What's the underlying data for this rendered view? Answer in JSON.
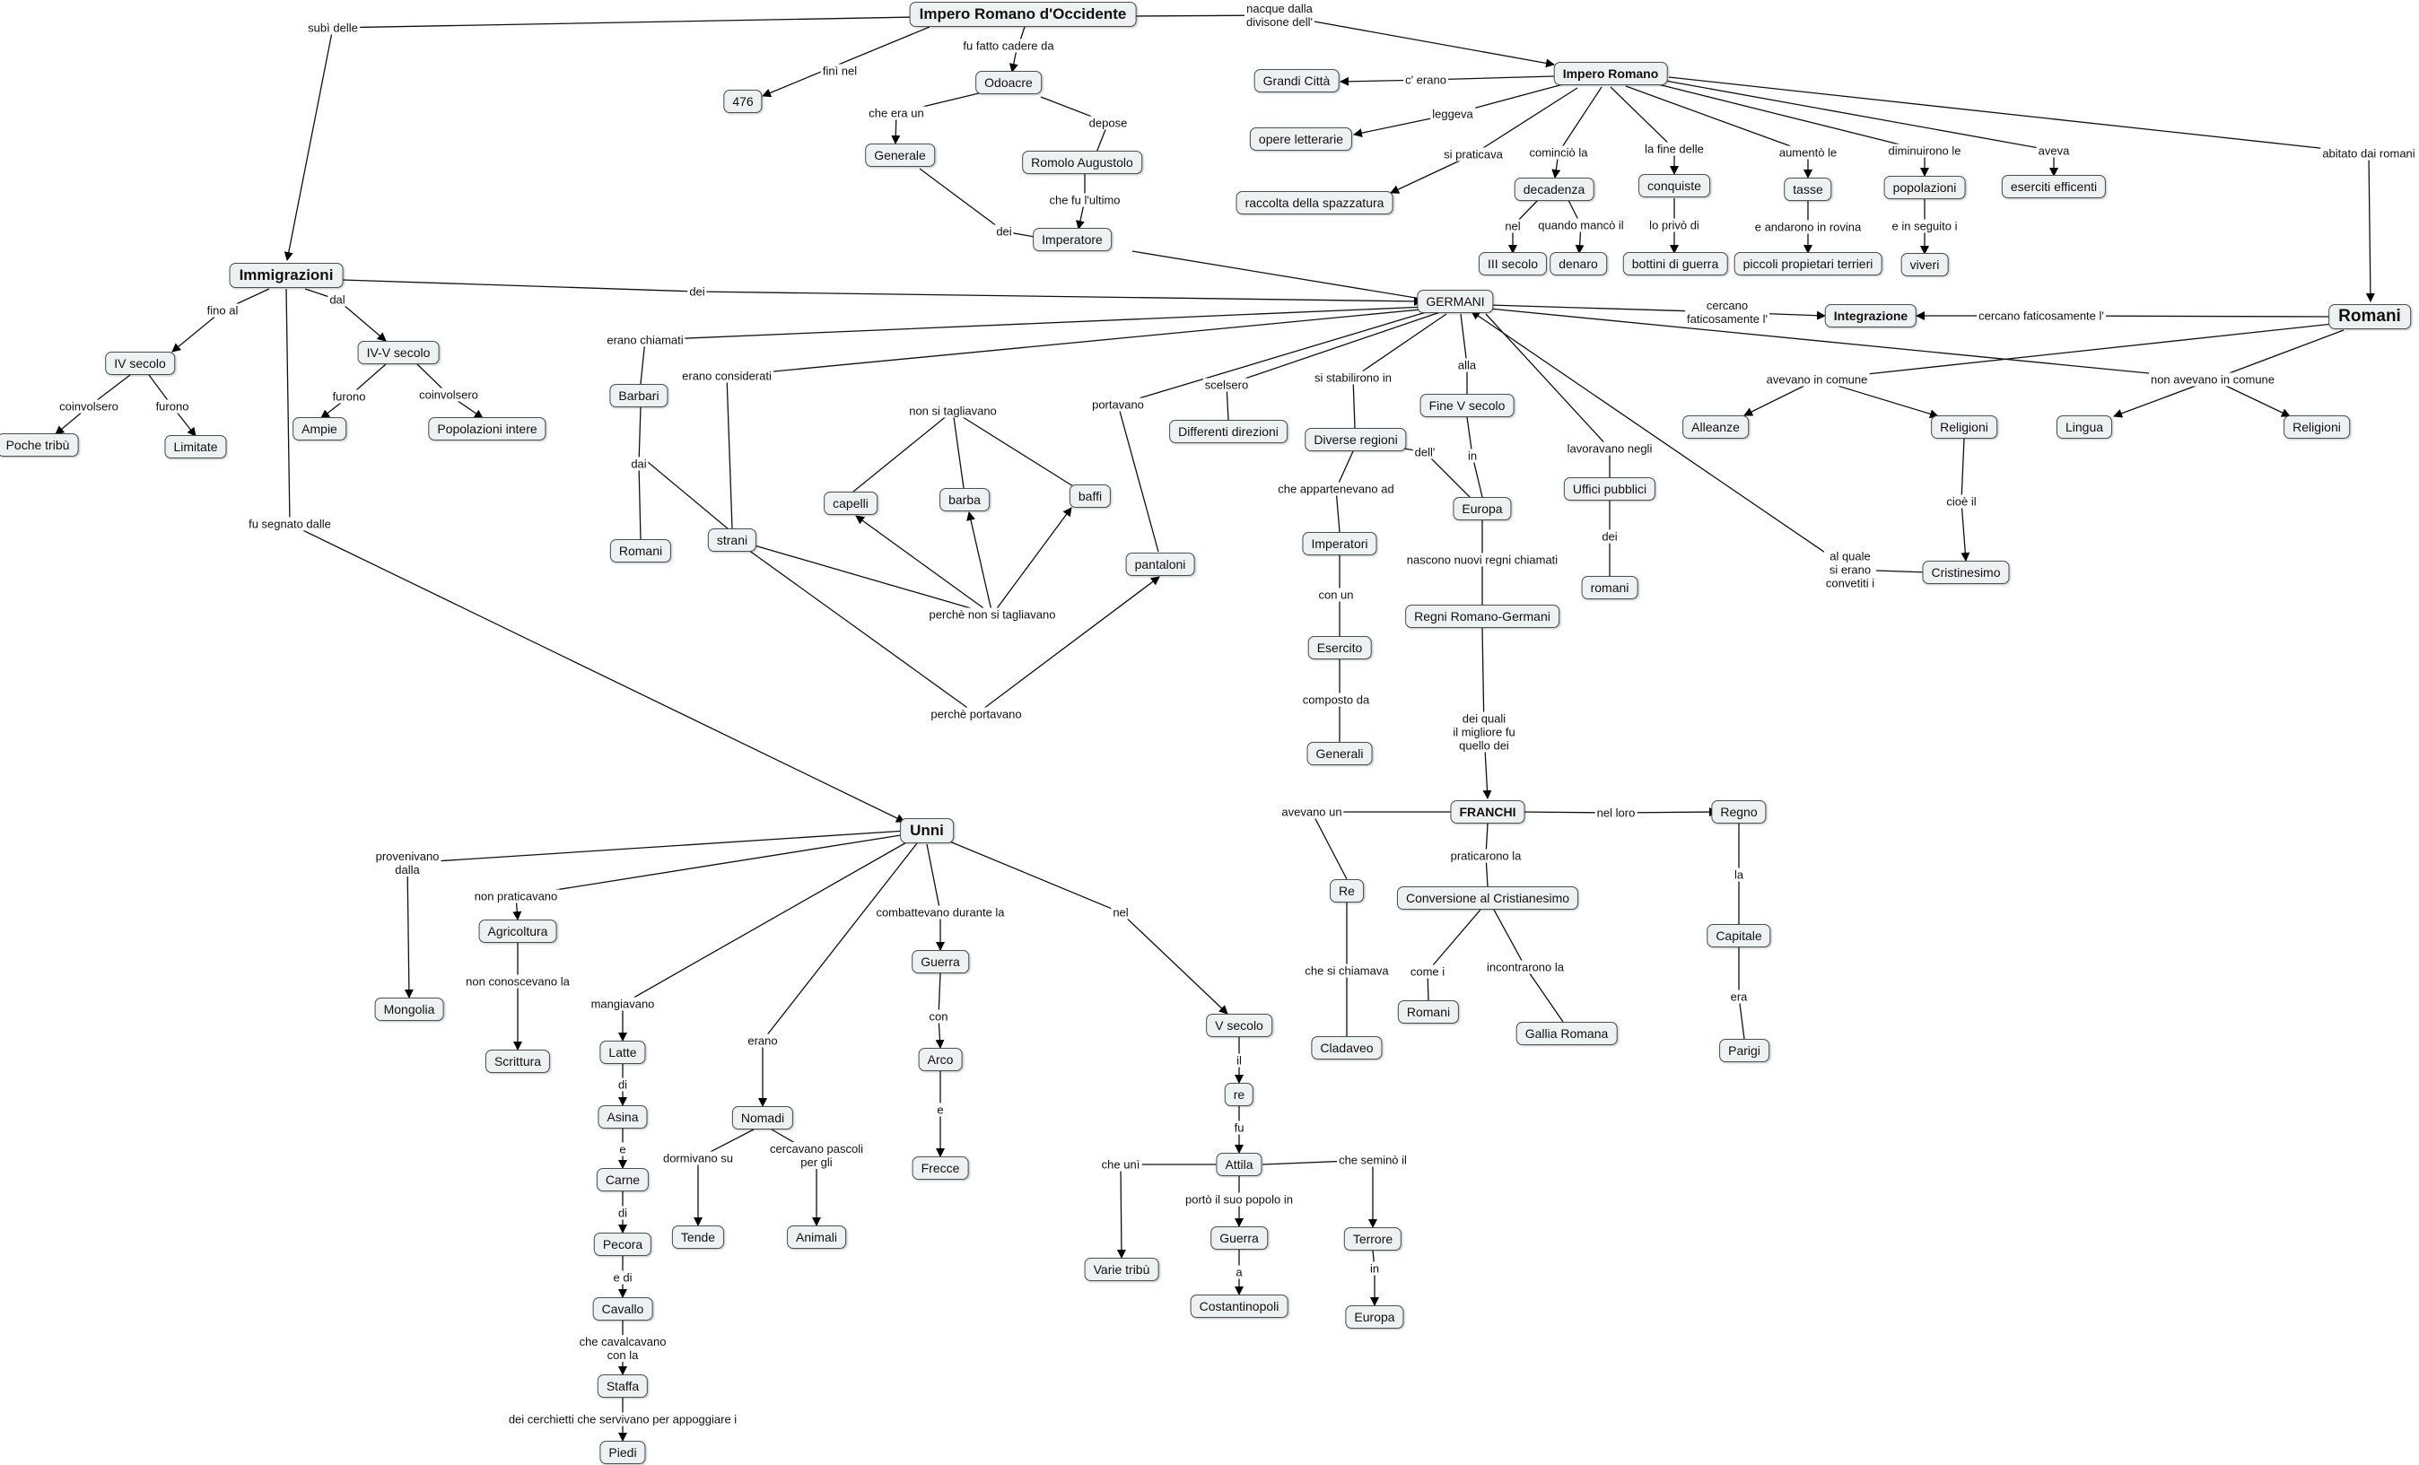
{
  "nodes": {
    "impero_occ": "Impero Romano d'Occidente",
    "impero_rom": "Impero Romano",
    "grandi_citta": "Grandi Città",
    "opere": "opere letterarie",
    "spazzatura": "raccolta della spazzatura",
    "decadenza": "decadenza",
    "iii_secolo": "III secolo",
    "denaro": "denaro",
    "conquiste": "conquiste",
    "bottini": "bottini di guerra",
    "tasse": "tasse",
    "piccoli": "piccoli propietari terrieri",
    "popolazioni": "popolazioni",
    "viveri": "viveri",
    "eserciti": "eserciti efficenti",
    "romani_main": "Romani",
    "n476": "476",
    "odoacre": "Odoacre",
    "generale": "Generale",
    "romolo": "Romolo Augustolo",
    "imperatore": "Imperatore",
    "immigrazioni": "Immigrazioni",
    "iv_secolo": "IV secolo",
    "poche_tribu": "Poche tribù",
    "limitate": "Limitate",
    "iv_v_secolo": "IV-V secolo",
    "ampie": "Ampie",
    "pop_intere": "Popolazioni intere",
    "germani": "GERMANI",
    "integrazione": "Integrazione",
    "barbari": "Barbari",
    "romani_b": "Romani",
    "strani": "strani",
    "capelli": "capelli",
    "barba": "barba",
    "baffi": "baffi",
    "pantaloni": "pantaloni",
    "diff_direzioni": "Differenti direzioni",
    "diverse_regioni": "Diverse regioni",
    "imperatori": "Imperatori",
    "esercito": "Esercito",
    "generali": "Generali",
    "fine_v": "Fine V secolo",
    "europa": "Europa",
    "regni_rg": "Regni Romano-Germani",
    "uffici": "Uffici pubblici",
    "romani_u": "romani",
    "alleanze": "Alleanze",
    "religioni": "Religioni",
    "cristinesimo": "Cristinesimo",
    "lingua": "Lingua",
    "religioni2": "Religioni",
    "franchi": "FRANCHI",
    "re": "Re",
    "cladaveo": "Cladaveo",
    "conversione": "Conversione al Cristianesimo",
    "romani_f": "Romani",
    "gallia": "Gallia Romana",
    "regno": "Regno",
    "capitale": "Capitale",
    "parigi": "Parigi",
    "unni": "Unni",
    "mongolia": "Mongolia",
    "agricoltura": "Agricoltura",
    "scrittura": "Scrittura",
    "latte": "Latte",
    "asina": "Asina",
    "carne": "Carne",
    "pecora": "Pecora",
    "cavallo": "Cavallo",
    "staffa": "Staffa",
    "piedi": "Piedi",
    "nomadi": "Nomadi",
    "tende": "Tende",
    "animali": "Animali",
    "guerra": "Guerra",
    "arco": "Arco",
    "frecce": "Frecce",
    "v_secolo": "V secolo",
    "re2": "re",
    "attila": "Attila",
    "varie_tribu": "Varie tribù",
    "guerra2": "Guerra",
    "costantinopoli": "Costantinopoli",
    "terrore": "Terrore",
    "europa2": "Europa"
  },
  "links": {
    "subi_delle": "subì delle",
    "fini_nel": "finì nel",
    "fu_fatto": "fu fatto cadere da",
    "nacque": "nacque dalla\ndivisone dell'",
    "che_era_un": "che era un",
    "depose": "depose",
    "che_fu_ultimo": "che fu l'ultimo",
    "dei_gen": "dei",
    "c_erano": "c' erano",
    "leggeva": "leggeva",
    "si_praticava": "si praticava",
    "comincio_la": "cominciò la",
    "nel": "nel",
    "quando_manco": "quando mancò il",
    "la_fine_delle": "la fine delle",
    "lo_privo": "lo privò di",
    "aumento_le": "aumentò le",
    "e_andarono": "e andarono in rovina",
    "diminuirono_le": "diminuirono le",
    "e_in_seguito": "e in seguito i",
    "aveva": "aveva",
    "abitato": "abitato dai romani",
    "fino_al": "fino al",
    "dal": "dal",
    "coinvolsero1": "coinvolsero",
    "furono1": "furono",
    "furono2": "furono",
    "coinvolsero2": "coinvolsero",
    "dei_imm": "dei",
    "fu_segnato": "fu segnato dalle",
    "erano_chiamati": "erano chiamati",
    "dai": "dai",
    "erano_considerati": "erano considerati",
    "non_si_tagliavano": "non si tagliavano",
    "perche_non": "perchè non si tagliavano",
    "perche_portavano": "perchè portavano",
    "portavano": "portavano",
    "scelsero": "scelsero",
    "si_stabilirono": "si stabilirono in",
    "che_appartenevano": "che appartenevano ad",
    "con_un": "con un",
    "composto_da": "composto da",
    "alla": "alla",
    "dell": "dell'",
    "in_eu": "in",
    "nascono": "nascono nuovi regni chiamati",
    "dei_quali": "dei quali\nil migliore fu\nquello dei",
    "lavoravano": "lavoravano negli",
    "dei_uff": "dei",
    "cercano1": "cercano\nfaticosamente l'",
    "cercano2": "cercano faticosamente l'",
    "avevano_in_comune": "avevano in comune",
    "cioe_il": "cioè il",
    "al_quale": "al quale\nsi erano\nconvetiti i",
    "non_avevano": "non avevano in comune",
    "avevano_un": "avevano un",
    "che_si_chiamava": "che si chiamava",
    "praticarono": "praticarono la",
    "come_i": "come i",
    "incontrarono": "incontrarono la",
    "nel_loro": "nel loro",
    "la_cap": "la",
    "era": "era",
    "provenivano": "provenivano\ndalla",
    "non_praticavano": "non praticavano",
    "non_conoscevano": "non conoscevano la",
    "mangiavano": "mangiavano",
    "di1": "di",
    "e1": "e",
    "di2": "di",
    "e_di": "e di",
    "che_cavalcavano": "che cavalcavano\ncon la",
    "dei_cerchietti": "dei cerchietti che servivano per appoggiare i",
    "erano": "erano",
    "dormivano_su": "dormivano su",
    "cercavano_pascoli": "cercavano pascoli\nper gli",
    "combattevano": "combattevano durante la",
    "con_arco": "con",
    "e_frecce": "e",
    "nel_unni": "nel",
    "il": "il",
    "fu_att": "fu",
    "che_uni": "che unì",
    "porto": "portò il suo popolo in",
    "a_cost": "a",
    "che_semino": "che seminò il",
    "in_eu2": "in"
  }
}
